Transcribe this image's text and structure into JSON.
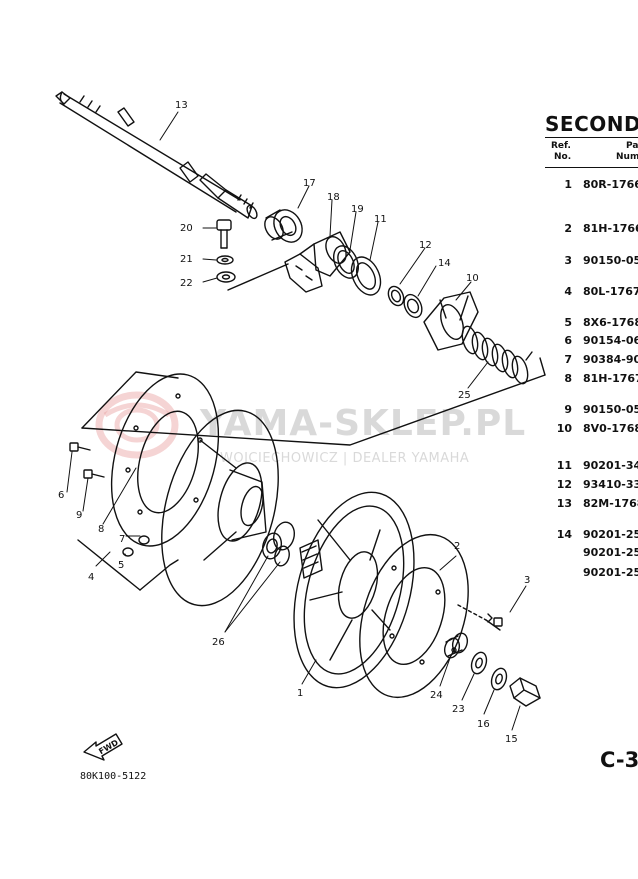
{
  "watermark": {
    "main": "YAMA-SKLEP.PL",
    "sub": "WOJCIECHOWICZ | DEALER YAMAHA"
  },
  "section_title": "SECONDA",
  "table": {
    "col_ref": [
      "Ref.",
      "No."
    ],
    "col_part": [
      "Pa",
      "Num"
    ],
    "rows": [
      {
        "ref": "1",
        "part": "80R-1766"
      },
      {
        "ref": "2",
        "part": "81H-1766"
      },
      {
        "ref": "3",
        "part": "90150-05"
      },
      {
        "ref": "4",
        "part": "80L-1767"
      },
      {
        "ref": "5",
        "part": "8X6-1768"
      },
      {
        "ref": "6",
        "part": "90154-06"
      },
      {
        "ref": "7",
        "part": "90384-90"
      },
      {
        "ref": "8",
        "part": "81H-1767"
      },
      {
        "ref": "9",
        "part": "90150-05"
      },
      {
        "ref": "10",
        "part": "8V0-1768"
      },
      {
        "ref": "11",
        "part": "90201-34"
      },
      {
        "ref": "12",
        "part": "93410-33"
      },
      {
        "ref": "13",
        "part": "82M-1768"
      },
      {
        "ref": "14",
        "part": "90201-25"
      },
      {
        "ref": "",
        "part": "90201-25"
      },
      {
        "ref": "",
        "part": "90201-25"
      }
    ]
  },
  "callouts": [
    "1",
    "2",
    "3",
    "4",
    "5",
    "6",
    "7",
    "8",
    "9",
    "10",
    "11",
    "12",
    "13",
    "14",
    "15",
    "16",
    "17",
    "18",
    "19",
    "20",
    "21",
    "22",
    "23",
    "24",
    "25",
    "26"
  ],
  "page_number": "C-3",
  "fwd_label": "FWD",
  "figure_code": "80K100-5122",
  "colors": {
    "ink": "#111111",
    "watermark_red": "#e8a0a0"
  }
}
